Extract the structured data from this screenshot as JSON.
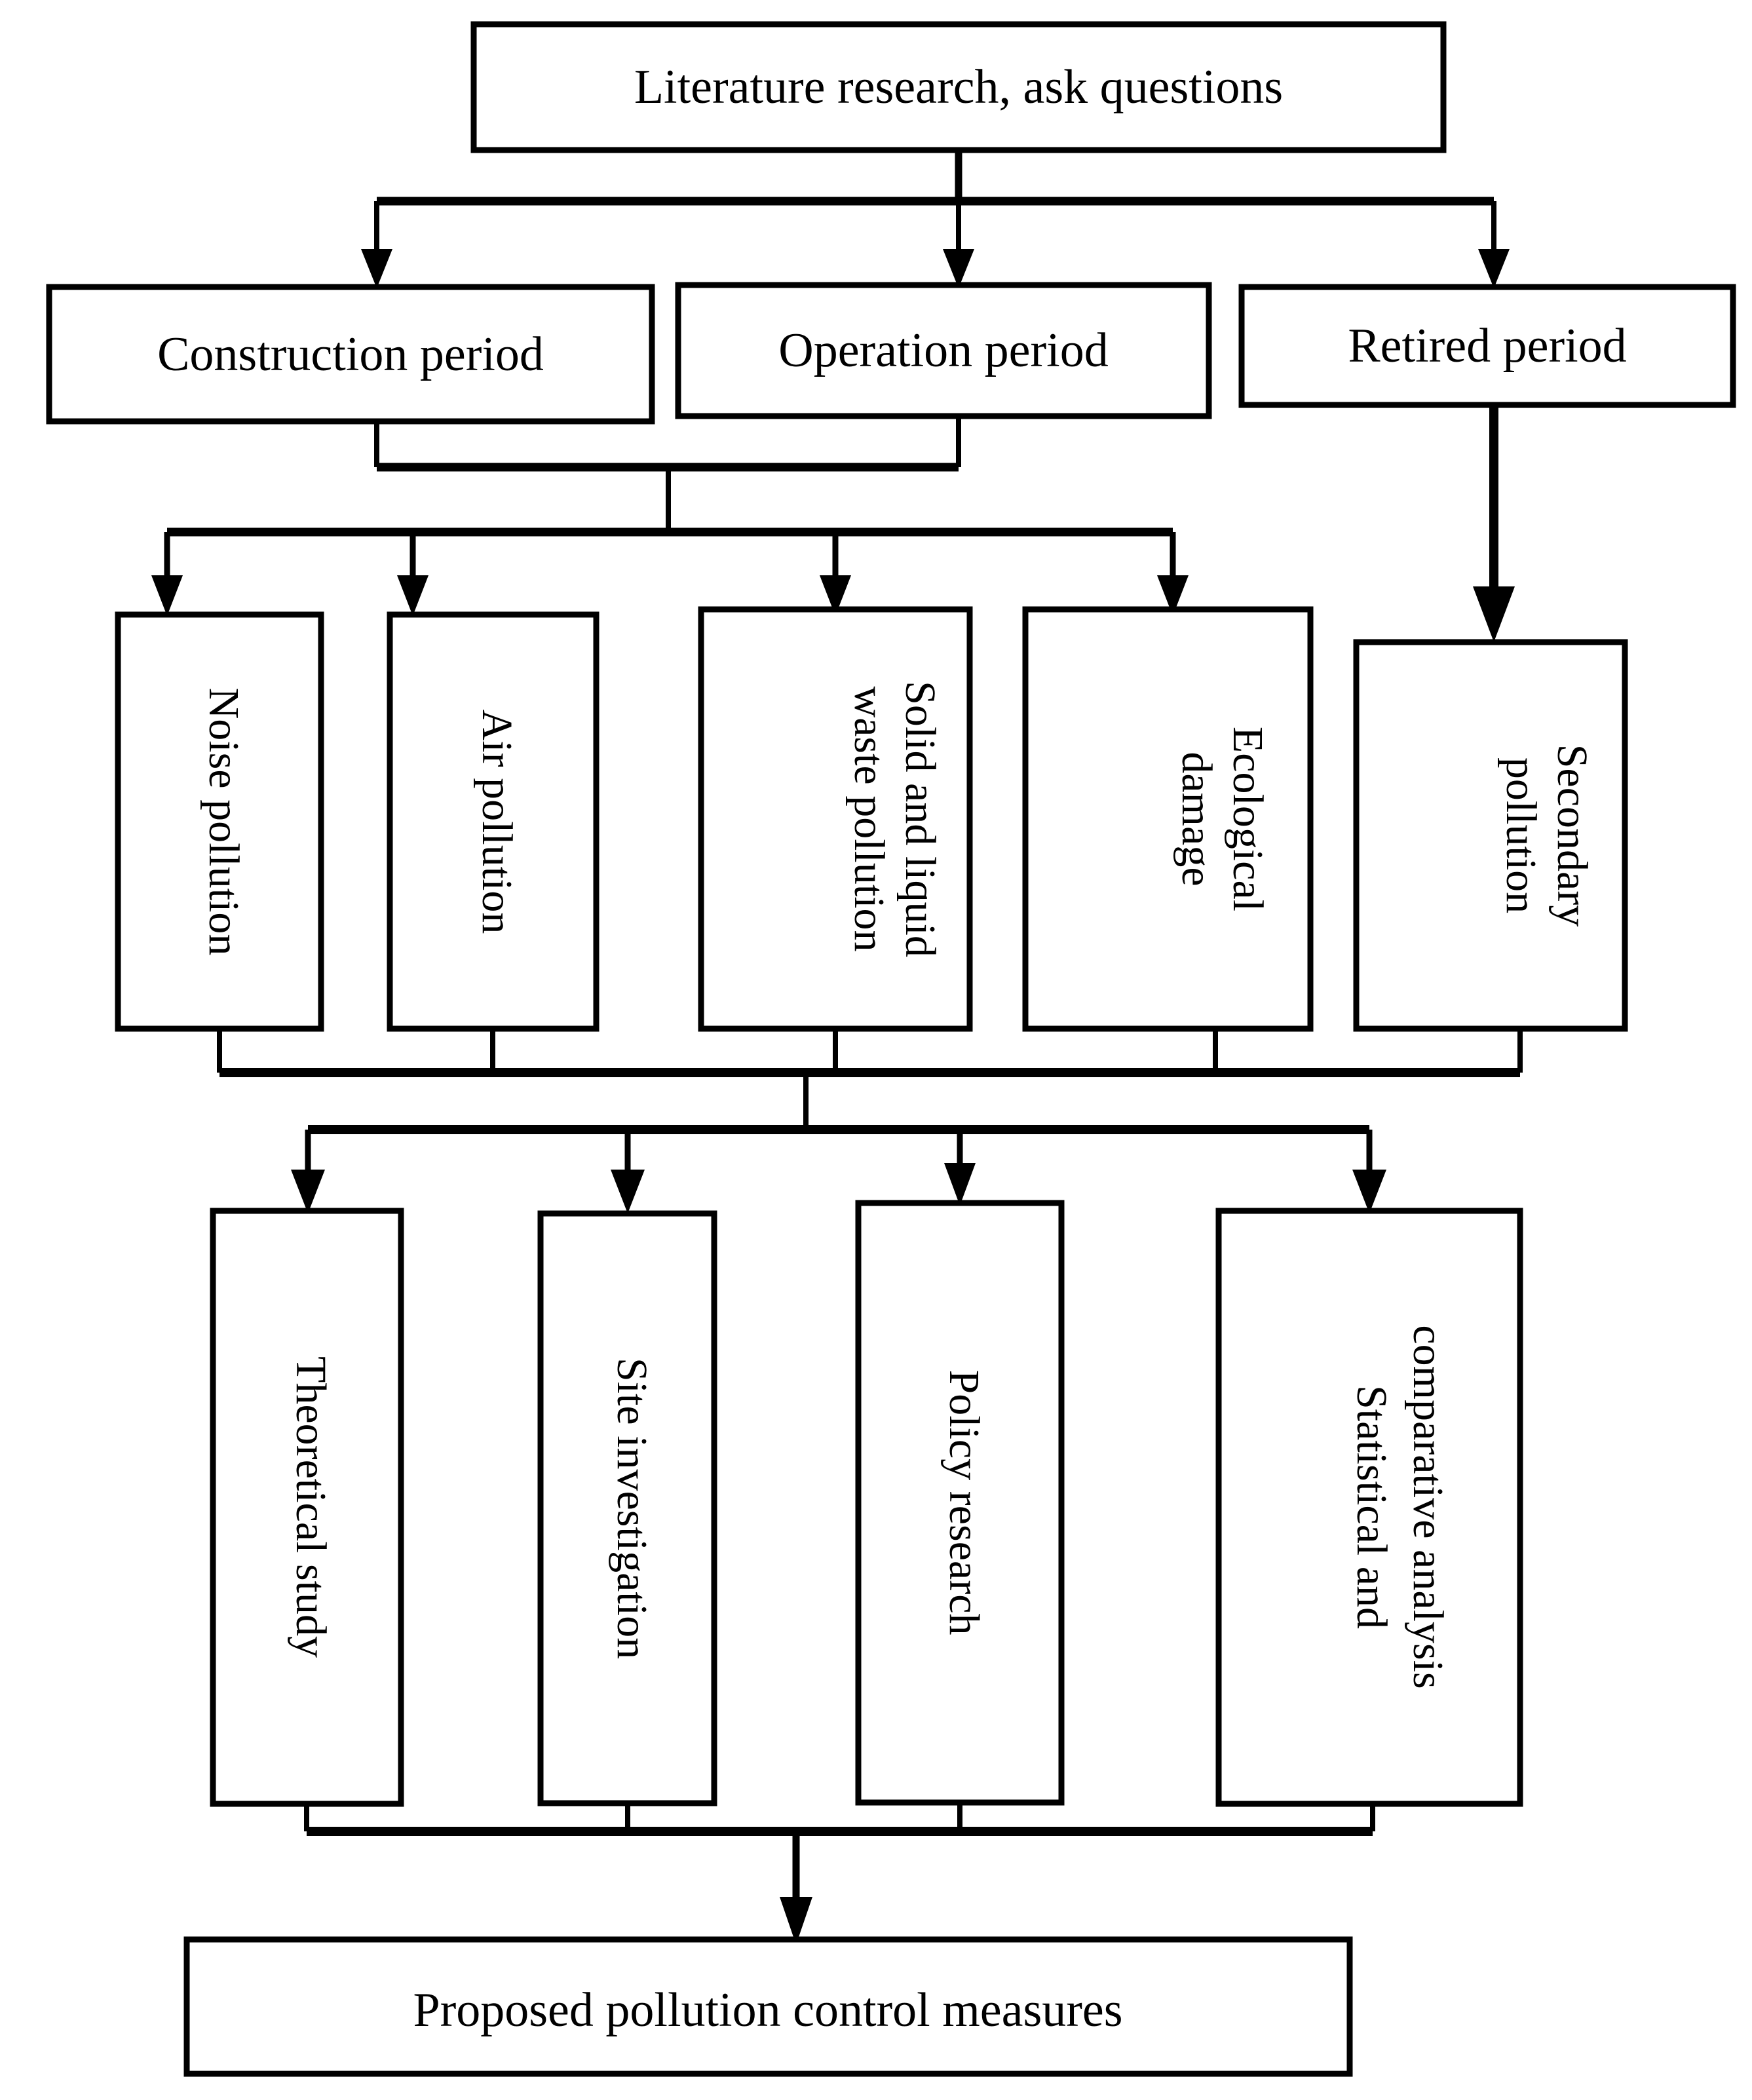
{
  "diagram": {
    "title_box": {
      "label": "Literature research, ask questions"
    },
    "phase_boxes": [
      {
        "label": "Construction period"
      },
      {
        "label": "Operation period"
      },
      {
        "label": "Retired period"
      }
    ],
    "impact_boxes": [
      {
        "line1": "Noise pollution",
        "line2": ""
      },
      {
        "line1": "Air pollution",
        "line2": ""
      },
      {
        "line1": "Solid and liquid",
        "line2": "waste pollution"
      },
      {
        "line1": "Ecological",
        "line2": "damage"
      },
      {
        "line1": "Secondary",
        "line2": "pollution"
      }
    ],
    "method_boxes": [
      {
        "line1": "Theoretical study",
        "line2": ""
      },
      {
        "line1": "Site investigation",
        "line2": ""
      },
      {
        "line1": "Policy research",
        "line2": ""
      },
      {
        "line1": "Statistical and",
        "line2": "comparative analysis"
      }
    ],
    "outcome_box": {
      "label": "Proposed pollution control measures"
    },
    "colors": {
      "stroke": "#000000",
      "fill": "#ffffff",
      "text": "#000000"
    }
  }
}
